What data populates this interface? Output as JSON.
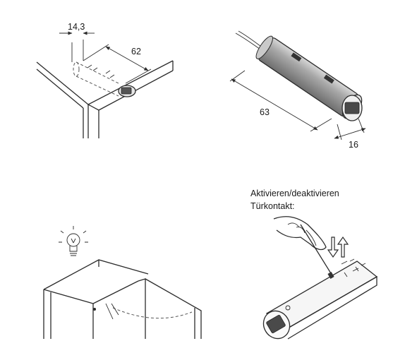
{
  "figure1": {
    "dimension_width": "14,3",
    "dimension_depth": "62"
  },
  "figure2": {
    "dimension_length": "63",
    "dimension_diameter": "16"
  },
  "figure4": {
    "caption_line1": "Aktivieren/deaktivieren",
    "caption_line2": "Türkontakt:"
  },
  "icons": [
    "light-bulb-icon",
    "up-down-arrows-icon",
    "hand-with-pen"
  ],
  "colors": {
    "line": "#2b2b2b",
    "sensor_body": "#9a9a9a",
    "background": "#ffffff"
  }
}
